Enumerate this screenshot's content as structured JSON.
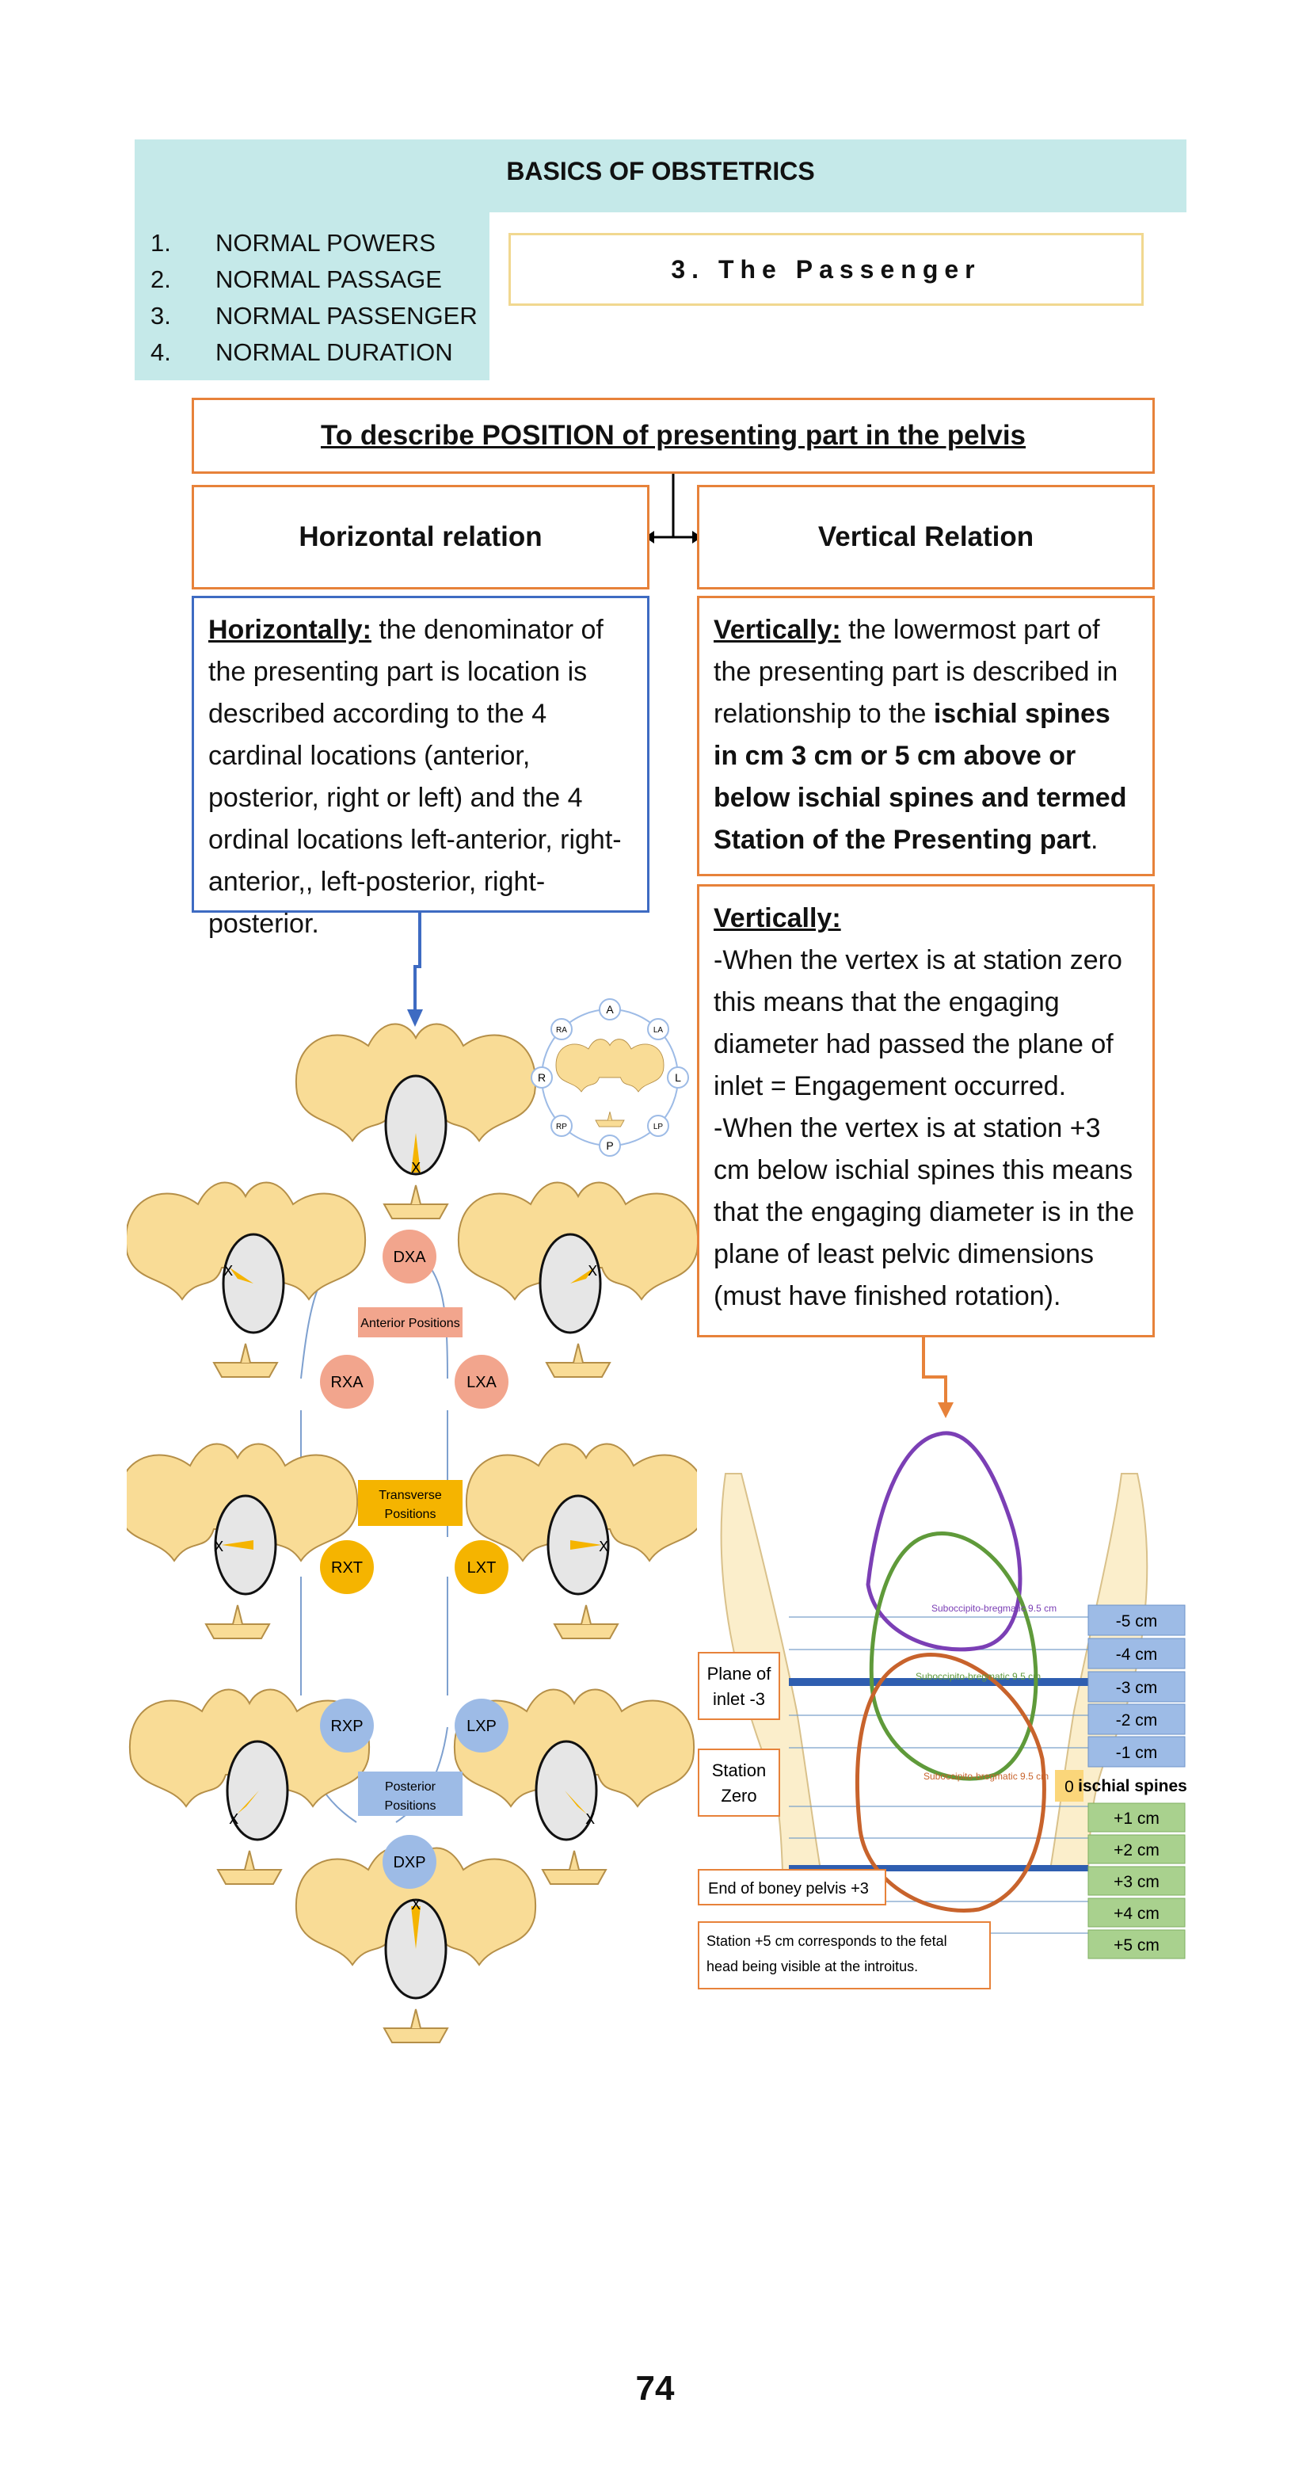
{
  "header": {
    "title": "BASICS OF OBSTETRICS",
    "section": "3. The Passenger"
  },
  "menu": [
    {
      "num": "1.",
      "label": "NORMAL POWERS"
    },
    {
      "num": "2.",
      "label": "NORMAL PASSAGE"
    },
    {
      "num": "3.",
      "label": "NORMAL PASSENGER"
    },
    {
      "num": "4.",
      "label": "NORMAL DURATION"
    }
  ],
  "main": {
    "title": "To describe POSITION of presenting part in the pelvis",
    "horizontal_header": "Horizontal relation",
    "vertical_header": "Vertical Relation",
    "horizontal": {
      "lead": "Horizontally:",
      "text": " the denominator of the presenting part is location is described according to the 4 cardinal locations (anterior, posterior, right or left) and the 4 ordinal locations left-anterior, right-anterior,, left-posterior, right-posterior."
    },
    "vertical1": {
      "lead": "Vertically:",
      "text1": " the lowermost part of the presenting part is described in relationship to the ",
      "bold": "ischial spines in cm 3 cm or 5 cm above or below ischial spines and termed Station of the Presenting part",
      "text2": "."
    },
    "vertical2": {
      "lead": "Vertically:",
      "p1": "-When the vertex is at station zero this means that the engaging diameter had passed the plane of inlet = Engagement occurred.",
      "p2": "-When the vertex is at station +3 cm below ischial spines this means that the engaging diameter is in the plane of least pelvic dimensions (must have finished rotation)."
    }
  },
  "positions": {
    "DXA": "DXA",
    "RXA": "RXA",
    "LXA": "LXA",
    "RXT": "RXT",
    "LXT": "LXT",
    "RXP": "RXP",
    "LXP": "LXP",
    "DXP": "DXP",
    "anterior": "Anterior Positions",
    "transverse1": "Transverse",
    "transverse2": "Positions",
    "posterior1": "Posterior",
    "posterior2": "Positions",
    "marker": "X"
  },
  "compass": {
    "A": "A",
    "P": "P",
    "R": "R",
    "L": "L",
    "RA": "RA",
    "LA": "LA",
    "RP": "RP",
    "LP": "LP"
  },
  "station": {
    "above": [
      "-5 cm",
      "-4 cm",
      "-3 cm",
      "-2 cm",
      "-1 cm"
    ],
    "zero": "0",
    "spines": "ischial spines",
    "below": [
      "+1 cm",
      "+2 cm",
      "+3 cm",
      "+4 cm",
      "+5 cm"
    ],
    "inlet1": "Plane of",
    "inlet2": "inlet -3",
    "zero1": "Station",
    "zero2": "Zero",
    "bony": "End of boney pelvis +3",
    "visible1": "Station +5 cm corresponds to the fetal",
    "visible2": "head being visible at the introitus.",
    "diam1": "Suboccipito-bregmatic 9.5 cm",
    "diam2": "Suboccipito-bregmatic 9.5 cm",
    "diam3": "Suboccipito-bregmatic 9.5 cm"
  },
  "page_number": "74",
  "colors": {
    "teal": "#c5e9e9",
    "orange": "#e7823a",
    "blue": "#3e6bc2",
    "bone": "#f9dc96",
    "yellow": "#f5b400",
    "salmon": "#f2a58d",
    "lightblue": "#9dbbe6",
    "green": "#a9d18e"
  }
}
